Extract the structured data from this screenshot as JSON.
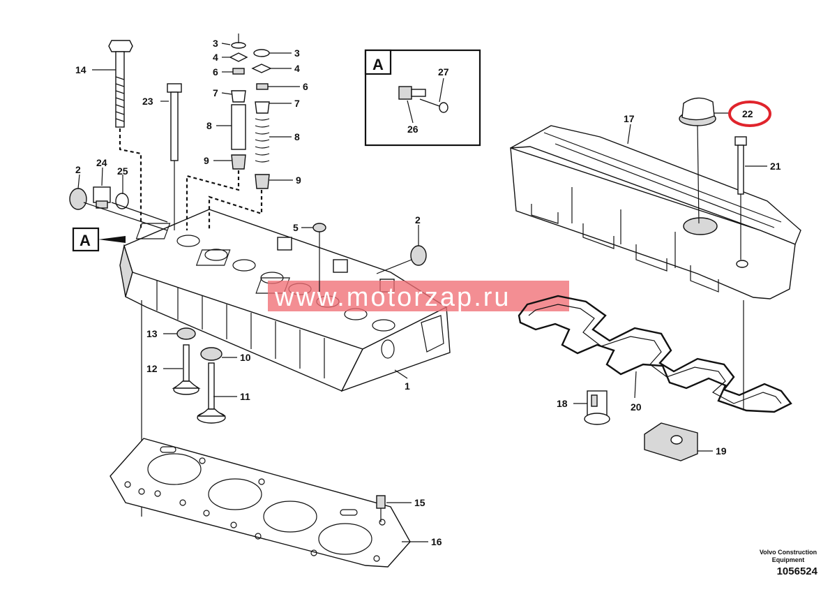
{
  "diagram": {
    "detail_view_letter": "A",
    "watermark": "www.motorzap.ru",
    "footer": {
      "brand": "Volvo Construction Equipment",
      "figure_number": "1056524"
    },
    "highlight_color": "#e0242c",
    "highlighted_part": "22",
    "callouts": {
      "c1": "1",
      "c2a": "2",
      "c2b": "2",
      "c3a": "3",
      "c3b": "3",
      "c4a": "4",
      "c4b": "4",
      "c5": "5",
      "c6a": "6",
      "c6b": "6",
      "c7a": "7",
      "c7b": "7",
      "c8a": "8",
      "c8b": "8",
      "c9a": "9",
      "c9b": "9",
      "c10": "10",
      "c11": "11",
      "c12": "12",
      "c13": "13",
      "c14": "14",
      "c15": "15",
      "c16": "16",
      "c17": "17",
      "c18": "18",
      "c19": "19",
      "c20": "20",
      "c21": "21",
      "c22": "22",
      "c23": "23",
      "c24": "24",
      "c25": "25",
      "c26": "26",
      "c27": "27"
    }
  }
}
